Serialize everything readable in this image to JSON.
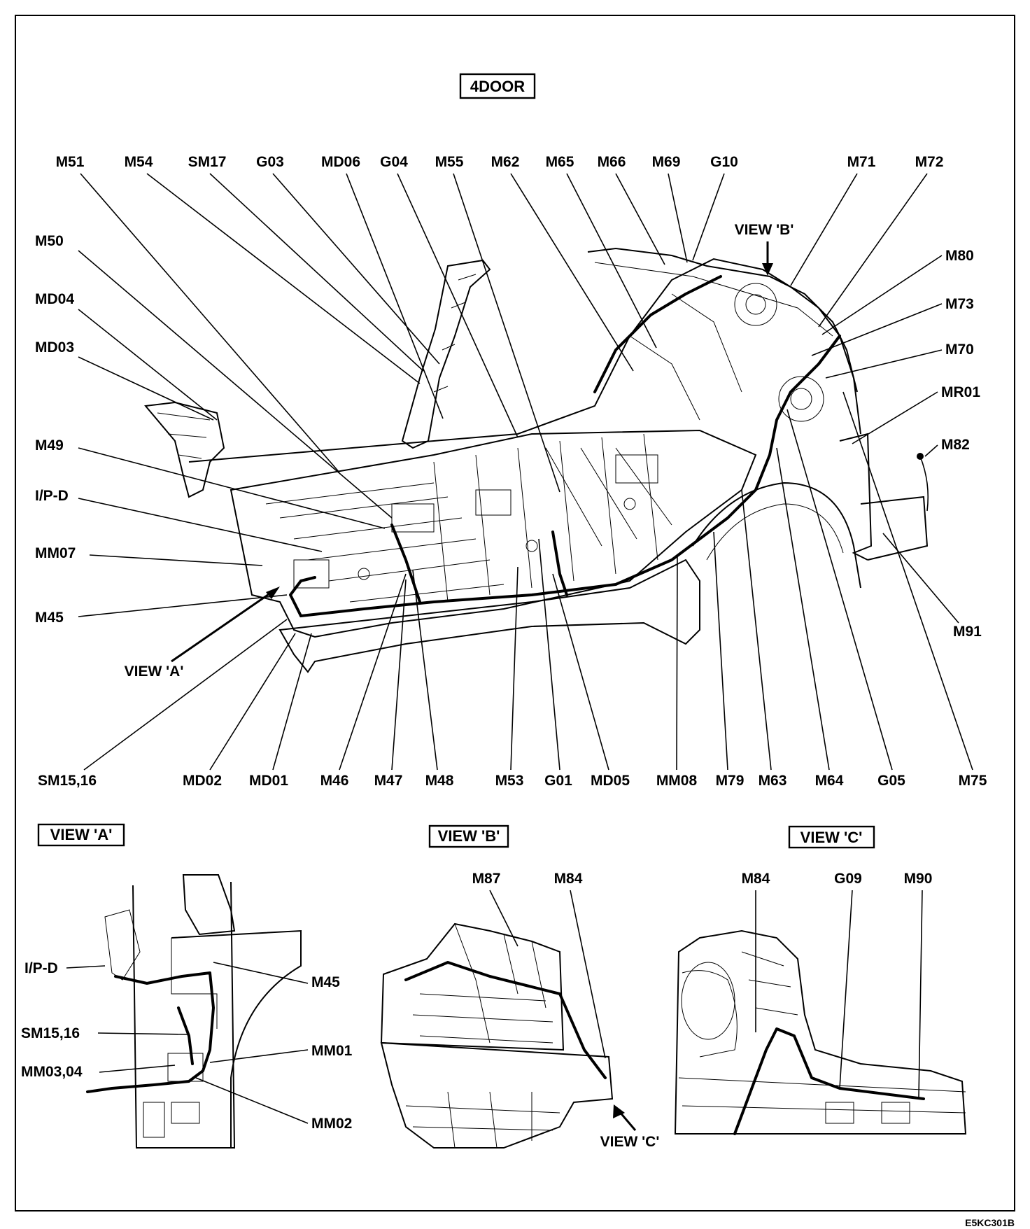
{
  "main_title": "4DOOR",
  "labels": {
    "top": [
      "M51",
      "M54",
      "SM17",
      "G03",
      "MD06",
      "G04",
      "M55",
      "M62",
      "M65",
      "M66",
      "M69",
      "G10",
      "M71",
      "M72"
    ],
    "left": [
      "M50",
      "MD04",
      "MD03",
      "M49",
      "I/P-D",
      "MM07",
      "M45"
    ],
    "right": [
      "M80",
      "M73",
      "M70",
      "MR01",
      "M82",
      "M91"
    ],
    "bottom": [
      "SM15,16",
      "MD02",
      "MD01",
      "M46",
      "M47",
      "M48",
      "M53",
      "G01",
      "MD05",
      "MM08",
      "M79",
      "M63",
      "M64",
      "G05",
      "M75"
    ],
    "view_a_callout": "VIEW 'A'",
    "view_b_callout": "VIEW 'B'"
  },
  "views": {
    "a": {
      "title": "VIEW 'A'",
      "labels": [
        "I/P-D",
        "M45",
        "SM15,16",
        "MM01",
        "MM03,04",
        "MM02"
      ]
    },
    "b": {
      "title": "VIEW 'B'",
      "labels": [
        "M87",
        "M84"
      ],
      "callout": "VIEW 'C'"
    },
    "c": {
      "title": "VIEW 'C'",
      "labels": [
        "M84",
        "G09",
        "M90"
      ]
    }
  },
  "figure_code": "E5KC301B"
}
